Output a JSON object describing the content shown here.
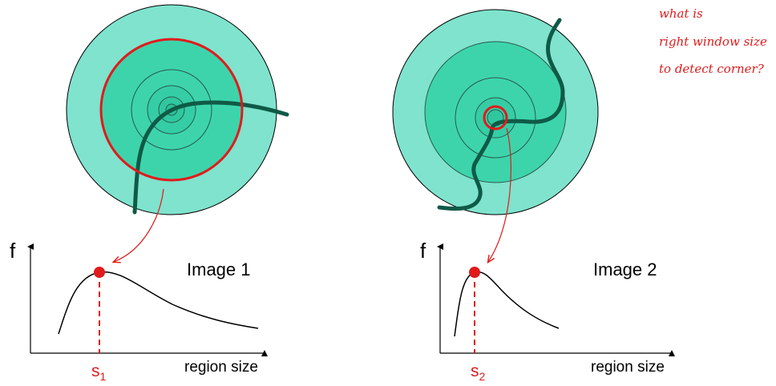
{
  "colors": {
    "outer_disk": "#7fe3cd",
    "inner_disk": "#3dd4ac",
    "ring_stroke": "#2a5a4c",
    "curve": "#0f5a47",
    "red": "#e01b1b",
    "ink": "#000000"
  },
  "panels": [
    {
      "image_label": "Image 1",
      "axis_y_label": "f",
      "axis_x_label": "region size",
      "scale_label_base": "s",
      "scale_label_sub": "1"
    },
    {
      "image_label": "Image 2",
      "axis_y_label": "f",
      "axis_x_label": "region size",
      "scale_label_base": "s",
      "scale_label_sub": "2"
    }
  ],
  "annotation": {
    "lines": [
      "what is",
      "right window size",
      "to detect corner?"
    ]
  }
}
